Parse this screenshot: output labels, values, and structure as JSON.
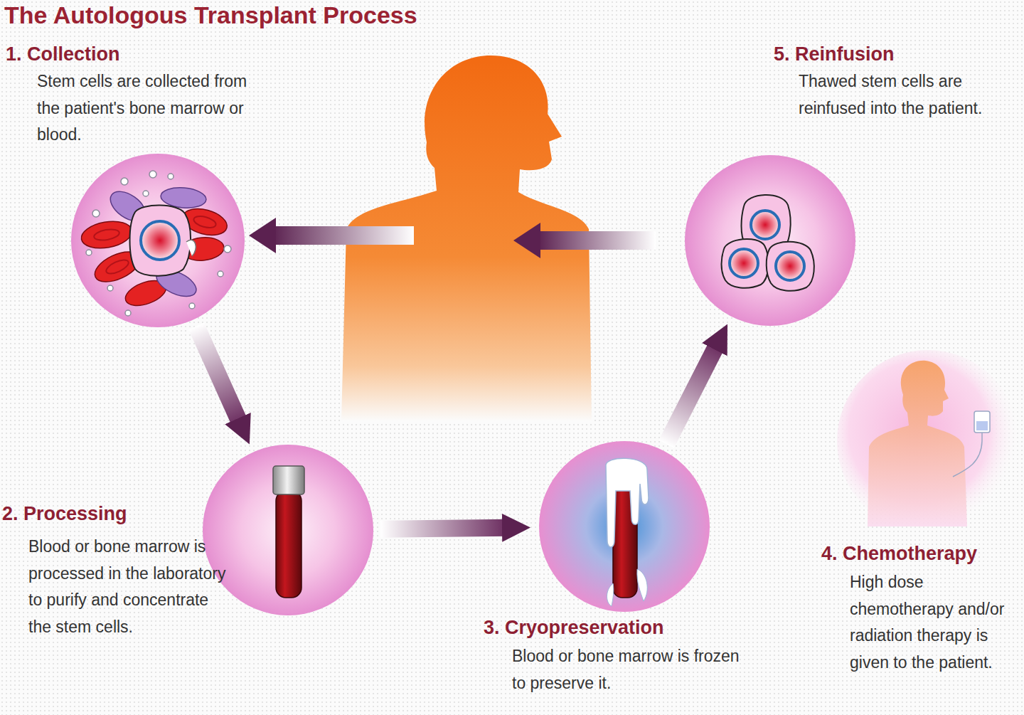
{
  "diagram": {
    "title": "The Autologous Transplant Process",
    "nodes": [
      {
        "text": [
          "1. Collection",
          "Stem cells are collected from the patient's bone marrow or blood."
        ]
      },
      {
        "text": [
          "2. Processing",
          "Blood or bone marrow is processed in the laboratory to purify and concentrate the stem cells."
        ]
      },
      {
        "text": [
          "3. Cryopreservation",
          "Blood or bone marrow is frozen to preserve it."
        ]
      },
      {
        "text": [
          "4. Chemotherapy",
          "High dose chemotherapy and/or radiation therapy is given to the patient."
        ]
      },
      {
        "text": [
          "5. Reinfusion",
          "Thawed stem cells are reinfused into the patient."
        ]
      }
    ],
    "edges": [
      {
        "from": 0,
        "to": 1,
        "arrow": "to"
      },
      {
        "from": 1,
        "to": 2,
        "arrow": "to"
      },
      {
        "from": 2,
        "to": 4,
        "arrow": "to"
      }
    ]
  }
}
